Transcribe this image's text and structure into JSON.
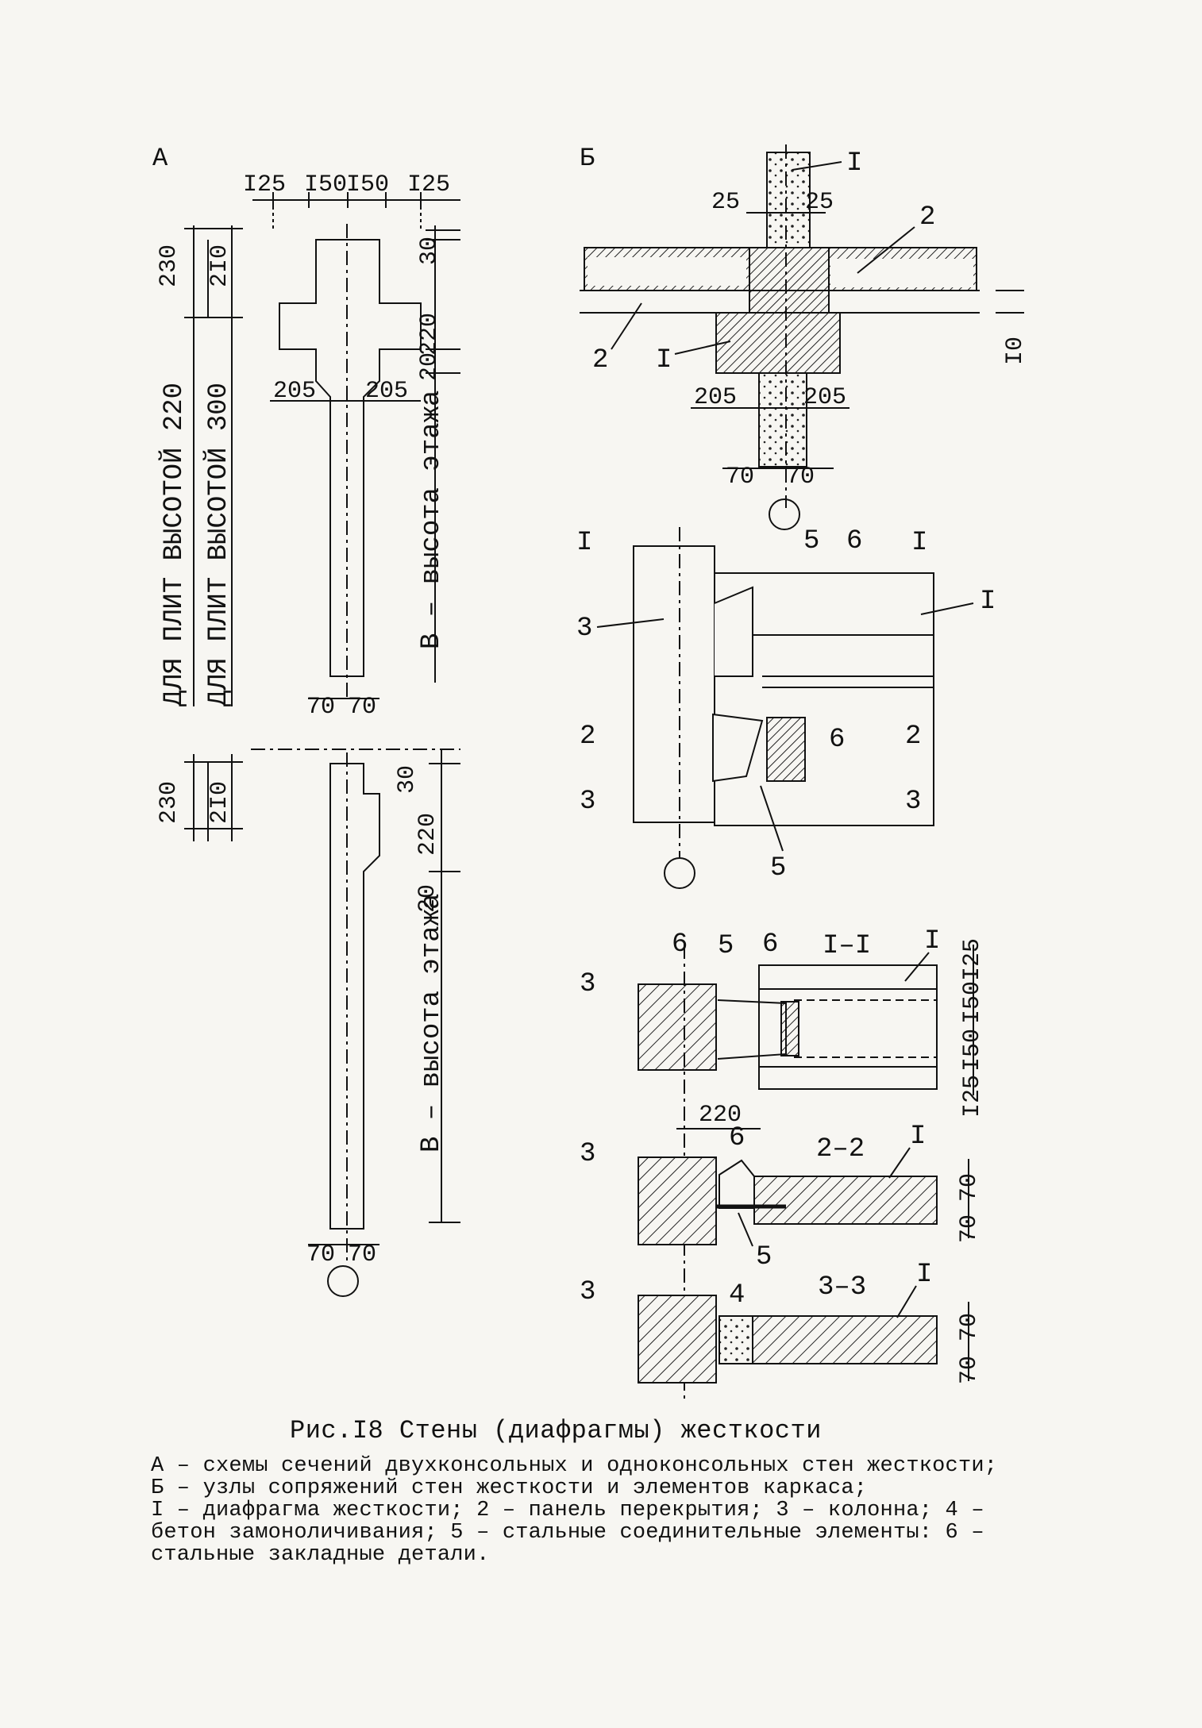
{
  "panels": {
    "a": "А",
    "b": "Б"
  },
  "scheme_a": {
    "top_dims": [
      "I25",
      "I50",
      "I50",
      "I25"
    ],
    "left_dims_top": [
      "230",
      "2I0"
    ],
    "left_dims_bottom": [
      "230",
      "2I0"
    ],
    "vertical_label_1": "ДЛЯ ПЛИТ ВЫСОТОЙ  220",
    "vertical_label_2": "ДЛЯ ПЛИТ ВЫСОТОЙ  300",
    "right_dims_top": [
      "30",
      "220",
      "20"
    ],
    "right_dims_bottom": [
      "30",
      "220",
      "20"
    ],
    "height_label": "В – высота этажа",
    "flange_dims": [
      "205",
      "205"
    ],
    "web_dims": [
      "70",
      "70"
    ]
  },
  "scheme_b": {
    "top_dims": [
      "25",
      "25"
    ],
    "flange_dims": [
      "205",
      "205"
    ],
    "web_dims": [
      "70",
      "70"
    ],
    "right_dim": "I0",
    "labels": [
      "I",
      "2",
      "2",
      "I"
    ]
  },
  "elevation": {
    "section_marks": [
      "I",
      "I",
      "2",
      "2",
      "3",
      "3"
    ],
    "labels": [
      "3",
      "5",
      "6",
      "I",
      "6",
      "5"
    ]
  },
  "sections": {
    "s11": {
      "title": "I–I",
      "labels": [
        "3",
        "6",
        "5",
        "6",
        "I"
      ],
      "dims": [
        "I25",
        "I50",
        "I50",
        "I25"
      ]
    },
    "s22": {
      "title": "2–2",
      "labels": [
        "3",
        "6",
        "5",
        "I"
      ],
      "dims": [
        "70",
        "70"
      ],
      "top_dim": "220"
    },
    "s33": {
      "title": "3–3",
      "labels": [
        "3",
        "4",
        "I"
      ],
      "dims": [
        "70",
        "70"
      ]
    }
  },
  "caption": {
    "title": "Рис.I8   Стены (диафрагмы) жесткости",
    "lines": [
      "А – схемы сечений двухконсольных и одноконсольных стен жесткости;",
      "Б – узлы сопряжений стен жесткости и элементов каркаса;",
      "I – диафрагма жесткости; 2 – панель перекрытия; 3 – колонна; 4 –",
      "бетон замоноличивания; 5 – стальные соединительные элементы: 6 –",
      "стальные закладные детали."
    ]
  }
}
